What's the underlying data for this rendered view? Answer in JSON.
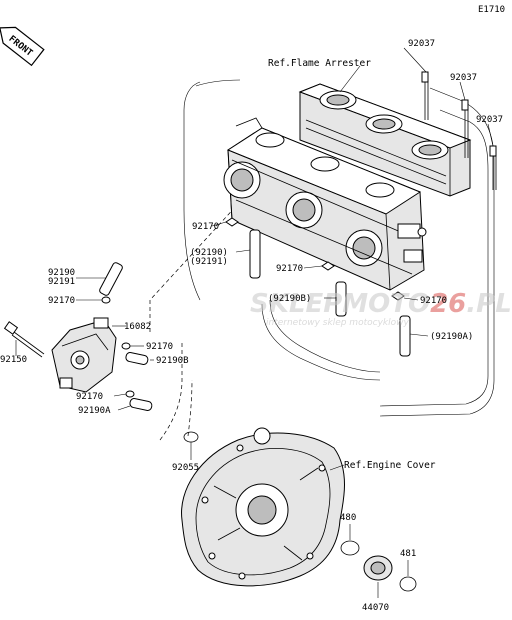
{
  "diagram_code": "E1710",
  "front_label": "FRONT",
  "refs": {
    "flame_arrester": "Ref.Flame Arrester",
    "engine_cover": "Ref.Engine Cover"
  },
  "watermark": {
    "brand_a": "SKLEP",
    "brand_b": "MOTO",
    "brand_c": "26",
    "brand_d": ".PL",
    "tagline": "internetowy sklep motocyklowy",
    "brand_color": "#d9534f"
  },
  "part_labels": {
    "bolt_1": "92037",
    "bolt_2": "92037",
    "bolt_3": "92037",
    "clip_a": "92170",
    "hose_paren_1": "(92190)",
    "hose_paren_2": "(92191)",
    "clip_b": "92170",
    "hose_92190b_paren": "(92190B)",
    "clip_c": "92170",
    "hose_92190a_paren": "(92190A)",
    "left_92190": "92190",
    "left_92191": "92191",
    "left_92170_top": "92170",
    "left_16082": "16082",
    "left_92150": "92150",
    "left_92170_mid": "92170",
    "left_92190b": "92190B",
    "left_92170_low": "92170",
    "left_92190a": "92190A",
    "oring_92055": "92055",
    "ring_480": "480",
    "ring_481": "481",
    "seal_44070": "44070"
  }
}
